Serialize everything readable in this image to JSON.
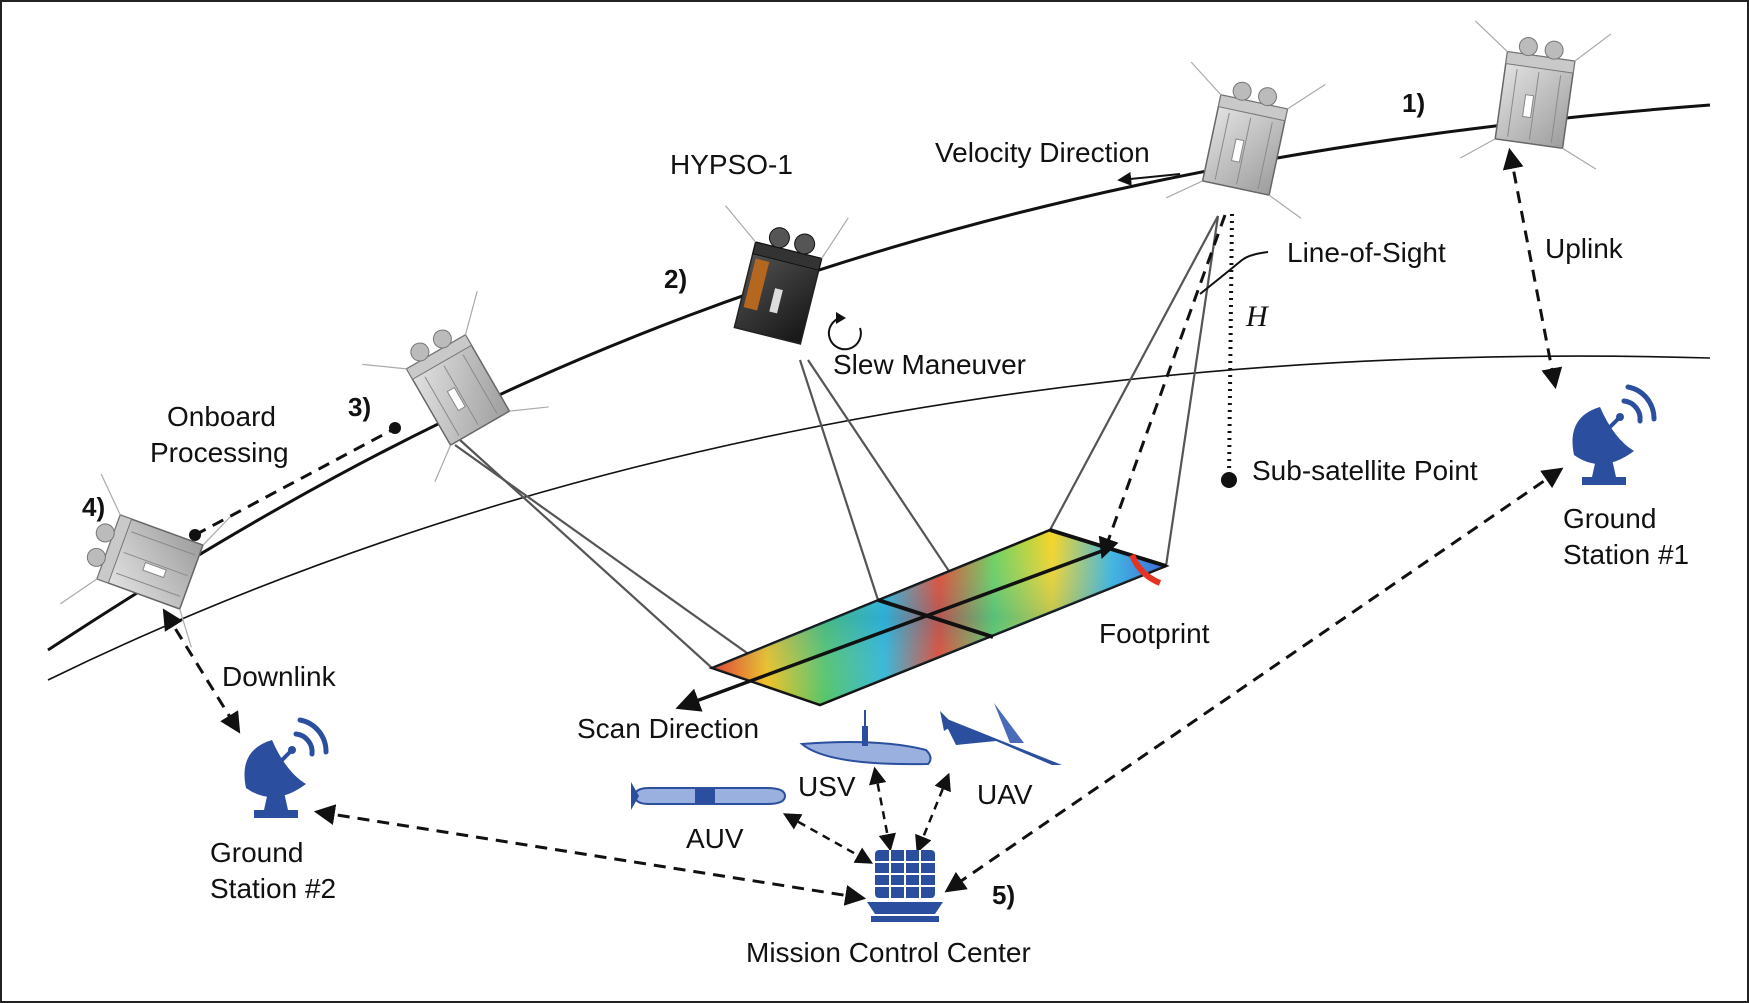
{
  "labels": {
    "satellite_name": "HYPSO-1",
    "velocity_direction": "Velocity Direction",
    "line_of_sight": "Line-of-Sight",
    "altitude": "H",
    "uplink": "Uplink",
    "slew_maneuver": "Slew Maneuver",
    "onboard_processing_1": "Onboard",
    "onboard_processing_2": "Processing",
    "sub_satellite_point": "Sub-satellite Point",
    "ground_station_1_a": "Ground",
    "ground_station_1_b": "Station #1",
    "ground_station_2_a": "Ground",
    "ground_station_2_b": "Station #2",
    "footprint": "Footprint",
    "downlink": "Downlink",
    "scan_direction": "Scan Direction",
    "usv": "USV",
    "uav": "UAV",
    "auv": "AUV",
    "mission_control_center": "Mission Control Center"
  },
  "steps": {
    "s1": "1)",
    "s2": "2)",
    "s3": "3)",
    "s4": "4)",
    "s5": "5)"
  },
  "colors": {
    "asset_blue": "#2b4f9e",
    "line_dark": "#111111",
    "sensor_line": "#555555"
  },
  "icons": {
    "ground_station": "satellite-dish-icon",
    "mission_control": "building-icon",
    "usv": "surface-vessel-icon",
    "uav": "drone-icon",
    "auv": "underwater-vehicle-icon"
  }
}
